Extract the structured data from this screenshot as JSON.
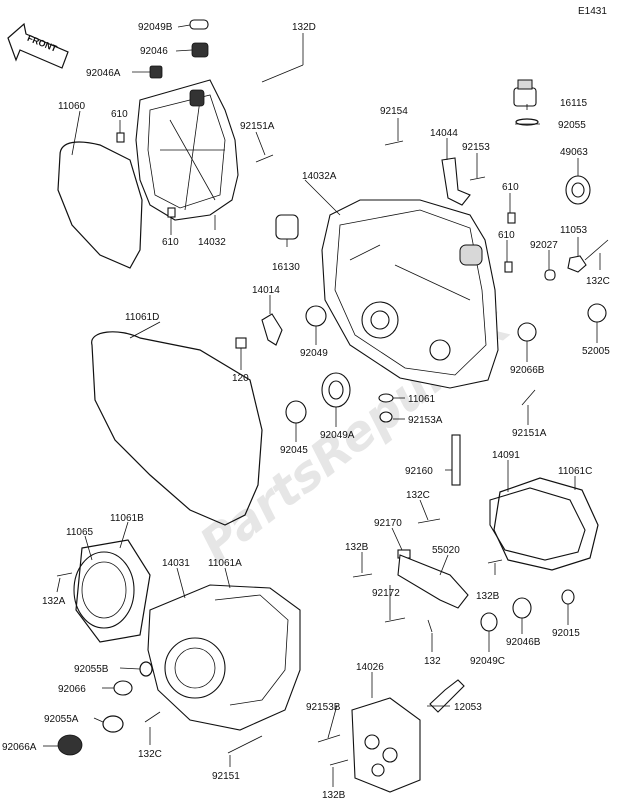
{
  "diagram_id": "E1431",
  "front_label": "FRONT",
  "watermark": "PartsRepublik",
  "labels": {
    "l_92049B": "92049B",
    "l_132D": "132D",
    "l_92046": "92046",
    "l_92046A": "92046A",
    "l_11060": "11060",
    "l_610a": "610",
    "l_92151A_top": "92151A",
    "l_610b": "610",
    "l_14032": "14032",
    "l_92154": "92154",
    "l_16115": "16115",
    "l_92055": "92055",
    "l_14044": "14044",
    "l_92153": "92153",
    "l_14032A": "14032A",
    "l_49063": "49063",
    "l_610c": "610",
    "l_610d": "610",
    "l_16130": "16130",
    "l_11053": "11053",
    "l_92027": "92027",
    "l_132C_r": "132C",
    "l_14014": "14014",
    "l_11061D": "11061D",
    "l_52005": "52005",
    "l_92049": "92049",
    "l_120": "120",
    "l_92066B": "92066B",
    "l_11061": "11061",
    "l_92049A": "92049A",
    "l_92153A": "92153A",
    "l_92151A_r": "92151A",
    "l_92045": "92045",
    "l_92160": "92160",
    "l_14091": "14091",
    "l_11061C": "11061C",
    "l_132C_m": "132C",
    "l_92170": "92170",
    "l_11061B": "11061B",
    "l_11065": "11065",
    "l_132B_a": "132B",
    "l_55020": "55020",
    "l_14031": "14031",
    "l_11061A": "11061A",
    "l_92172": "92172",
    "l_132B_b": "132B",
    "l_132A": "132A",
    "l_92046B": "92046B",
    "l_92015": "92015",
    "l_92049C": "92049C",
    "l_132": "132",
    "l_92055B": "92055B",
    "l_14026": "14026",
    "l_92066": "92066",
    "l_12053": "12053",
    "l_92153B": "92153B",
    "l_92055A": "92055A",
    "l_132C_b": "132C",
    "l_92066A": "92066A",
    "l_92151": "92151",
    "l_132B_c": "132B"
  }
}
